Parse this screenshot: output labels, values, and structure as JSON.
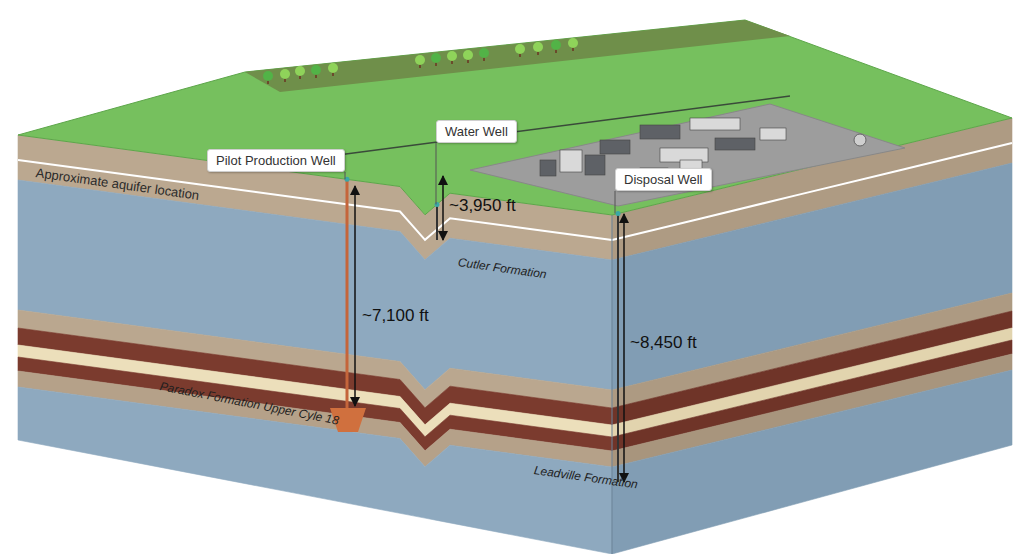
{
  "diagram": {
    "nodes": [
      {
        "text": [
          "Pilot Production Well"
        ]
      },
      {
        "text": [
          "Water Well"
        ]
      },
      {
        "text": [
          "Disposal Well"
        ]
      }
    ],
    "labels": [
      "Approximate aquifer location",
      "~3,950 ft",
      "Cutler Formation",
      "~7,100 ft",
      "~8,450 ft",
      "Paradox Formation Upper Cyle 18",
      "Leadville Formation"
    ]
  }
}
